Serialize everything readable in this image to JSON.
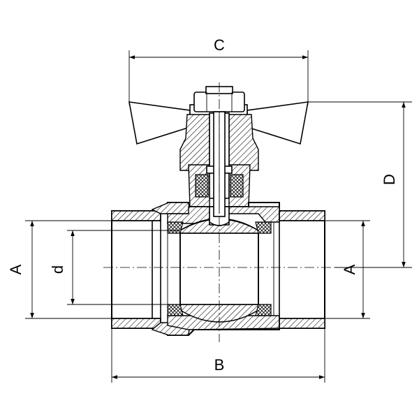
{
  "dimensions": {
    "c_label": "C",
    "d_upper_label": "D",
    "a_left_label": "A",
    "d_small_label": "d",
    "a_right_label": "A",
    "b_label": "B"
  }
}
